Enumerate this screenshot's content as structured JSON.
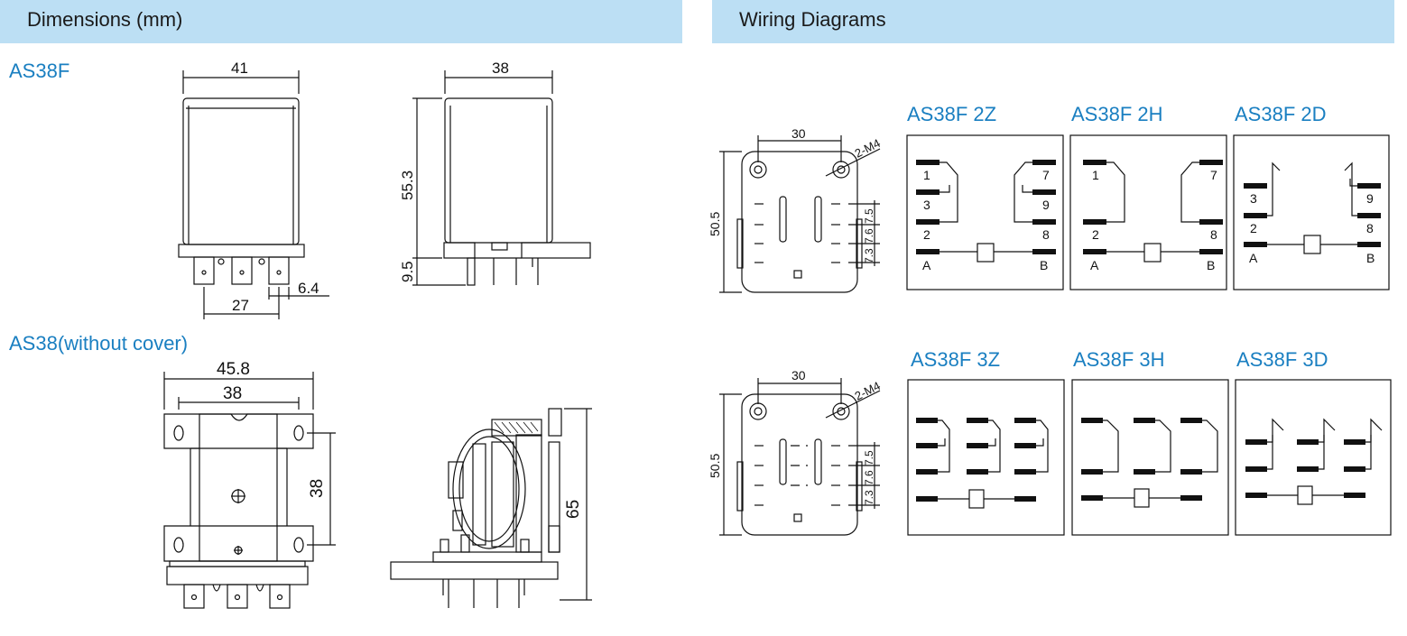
{
  "sections": {
    "dimensions_title": "Dimensions (mm)",
    "wiring_title": "Wiring Diagrams"
  },
  "models": {
    "as38f": "AS38F",
    "as38_no_cover": "AS38(without cover)"
  },
  "dims_as38f": {
    "width": "41",
    "depth": "38",
    "height": "55.3",
    "pin_height": "9.5",
    "pin_pitch": "27",
    "pin_width": "6.4"
  },
  "dims_as38": {
    "overall_width": "45.8",
    "mount_pitch": "38",
    "vertical_pitch": "38",
    "height": "65"
  },
  "mount": {
    "hole_pitch": "30",
    "height": "50.5",
    "thread": "2-M4",
    "pitch1": "7.5",
    "pitch2": "7.6",
    "pitch3": "7.3"
  },
  "wiring": [
    {
      "prefix": "AS",
      "series": "38F",
      "spacer": " ",
      "poles": "2",
      "form": "Z"
    },
    {
      "prefix": "AS",
      "series": "38F",
      "spacer": " ",
      "poles": "2",
      "form": "H"
    },
    {
      "prefix": "AS",
      "series": "38F",
      "spacer": " ",
      "poles": "2",
      "form": "D"
    },
    {
      "prefix": "AS",
      "series": "38F",
      "spacer": " ",
      "poles": "3",
      "form": "Z"
    },
    {
      "prefix": "AS",
      "series": "38F",
      "spacer": " ",
      "poles": "3",
      "form": "H"
    },
    {
      "prefix": "AS",
      "series": "38F",
      "spacer": " ",
      "poles": "3",
      "form": "D"
    }
  ],
  "terminals": {
    "t1": "1",
    "t2": "2",
    "t3": "3",
    "t7": "7",
    "t8": "8",
    "t9": "9",
    "coil_a": "A",
    "coil_b": "B"
  }
}
